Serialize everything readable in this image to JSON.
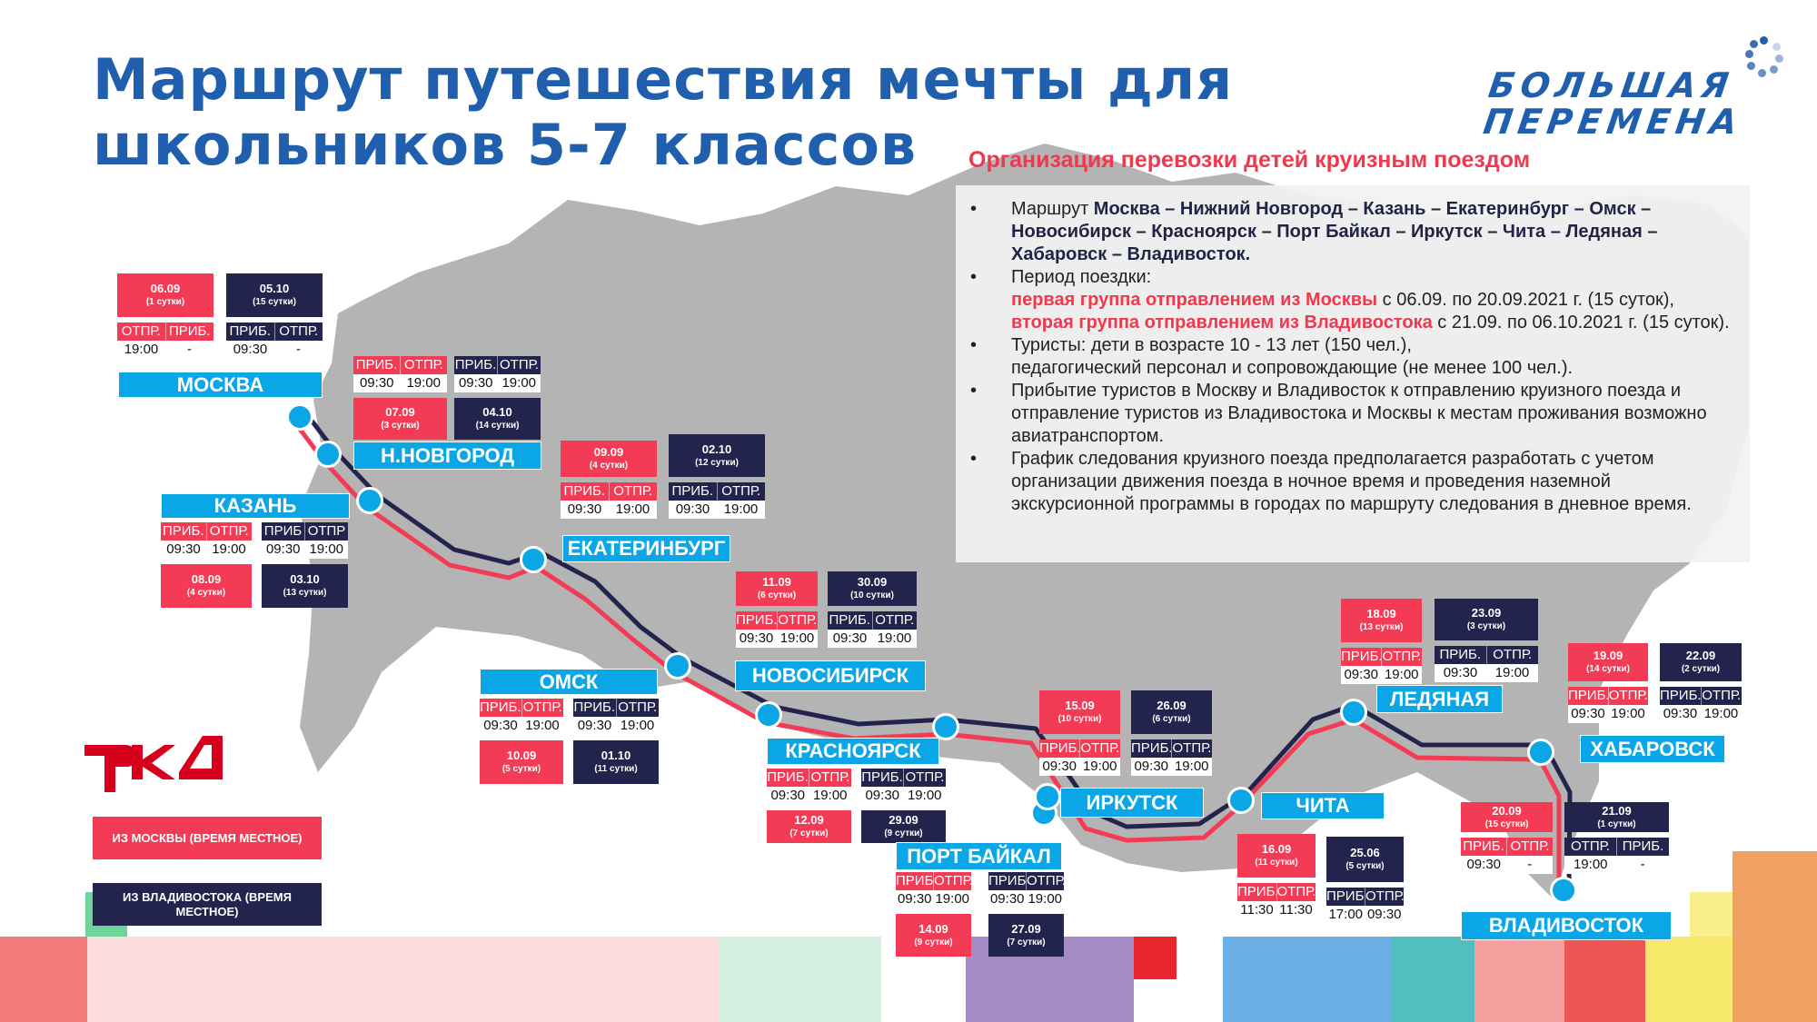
{
  "title_line1": "Маршрут  путешествия мечты для",
  "title_line2": "школьников 5-7 классов",
  "brand_logo": {
    "line1": "БОЛЬШАЯ",
    "line2": "ПЕРЕМЕНА"
  },
  "rzd_logo": "РЖД",
  "subheading": "Организация перевозки детей круизным поездом",
  "info": {
    "route_prefix": "Маршрут ",
    "route": "Москва – Нижний Новгород – Казань – Екатеринбург – Омск – Новосибирск – Красноярск – Порт Байкал – Иркутск – Чита – Ледяная – Хабаровск – Владивосток.",
    "period_label": "Период поездки:",
    "group1_hl": "первая группа отправлением из Москвы",
    "group1_rest": " с 06.09. по 20.09.2021 г. (15 суток),",
    "group2_hl": "вторая группа отправлением из Владивостока",
    "group2_rest": " с 21.09. по 06.10.2021 г. (15 суток).",
    "tourists_1": "Туристы: дети в возрасте 10 - 13 лет (150 чел.),",
    "tourists_2": "педагогический персонал и сопровождающие (не менее 100 чел.).",
    "arrival": "Прибытие туристов в Москву и Владивосток к отправлению круизного поезда и отправление туристов из Владивостока и Москвы к местам проживания возможно авиатранспортом.",
    "schedule": "График следования круизного поезда предполагается разработать с учетом организации движения поезда в ночное время и проведения наземной экскурсионной программы в городах по маршруту следования в дневное время."
  },
  "legend": {
    "from_moscow": "ИЗ МОСКВЫ (ВРЕМЯ МЕСТНОЕ)",
    "from_vladivostok": "ИЗ ВЛАДИВОСТОКА (ВРЕМЯ МЕСТНОЕ)"
  },
  "colors": {
    "from_moscow": "#f43b55",
    "from_vladivostok": "#23244e",
    "station": "#0aa6e6",
    "title": "#1f5fae"
  },
  "stations": [
    {
      "name": "МОСКВА",
      "out": {
        "date": "06.09",
        "days": "(1 сутки)",
        "h": [
          "ОТПР.",
          "ПРИБ."
        ],
        "t": [
          "19:00",
          "-"
        ]
      },
      "back": {
        "date": "05.10",
        "days": "(15 сутки)",
        "h": [
          "ПРИБ.",
          "ОТПР."
        ],
        "t": [
          "09:30",
          "-"
        ]
      }
    },
    {
      "name": "Н.НОВГОРОД",
      "out": {
        "date": "07.09",
        "days": "(3 сутки)",
        "h": [
          "ПРИБ.",
          "ОТПР."
        ],
        "t": [
          "09:30",
          "19:00"
        ]
      },
      "back": {
        "date": "04.10",
        "days": "(14 сутки)",
        "h": [
          "ПРИБ.",
          "ОТПР."
        ],
        "t": [
          "09:30",
          "19:00"
        ]
      }
    },
    {
      "name": "КАЗАНЬ",
      "out": {
        "date": "08.09",
        "days": "(4 сутки)",
        "h": [
          "ПРИБ.",
          "ОТПР."
        ],
        "t": [
          "09:30",
          "19:00"
        ]
      },
      "back": {
        "date": "03.10",
        "days": "(13 сутки)",
        "h": [
          "ПРИБ",
          "ОТПР"
        ],
        "t": [
          "09:30",
          "19:00"
        ]
      }
    },
    {
      "name": "ЕКАТЕРИНБУРГ",
      "out": {
        "date": "09.09",
        "days": "(4 сутки)",
        "h": [
          "ПРИБ.",
          "ОТПР."
        ],
        "t": [
          "09:30",
          "19:00"
        ]
      },
      "back": {
        "date": "02.10",
        "days": "(12 сутки)",
        "h": [
          "ПРИБ.",
          "ОТПР."
        ],
        "t": [
          "09:30",
          "19:00"
        ]
      }
    },
    {
      "name": "ОМСК",
      "out": {
        "date": "10.09",
        "days": "(5 сутки)",
        "h": [
          "ПРИБ.",
          "ОТПР."
        ],
        "t": [
          "09:30",
          "19:00"
        ]
      },
      "back": {
        "date": "01.10",
        "days": "(11 сутки)",
        "h": [
          "ПРИБ.",
          "ОТПР."
        ],
        "t": [
          "09:30",
          "19:00"
        ]
      }
    },
    {
      "name": "НОВОСИБИРСК",
      "out": {
        "date": "11.09",
        "days": "(6 сутки)",
        "h": [
          "ПРИБ.",
          "ОТПР."
        ],
        "t": [
          "09:30",
          "19:00"
        ]
      },
      "back": {
        "date": "30.09",
        "days": "(10 сутки)",
        "h": [
          "ПРИБ.",
          "ОТПР."
        ],
        "t": [
          "09:30",
          "19:00"
        ]
      }
    },
    {
      "name": "КРАСНОЯРСК",
      "out": {
        "date": "12.09",
        "days": "(7 сутки)",
        "h": [
          "ПРИБ.",
          "ОТПР."
        ],
        "t": [
          "09:30",
          "19:00"
        ]
      },
      "back": {
        "date": "29.09",
        "days": "(9 сутки)",
        "h": [
          "ПРИБ.",
          "ОТПР."
        ],
        "t": [
          "09:30",
          "19:00"
        ]
      }
    },
    {
      "name": "ПОРТ БАЙКАЛ",
      "out": {
        "date": "14.09",
        "days": "(9 сутки)",
        "h": [
          "ПРИБ.",
          "ОТПР."
        ],
        "t": [
          "09:30",
          "19:00"
        ]
      },
      "back": {
        "date": "27.09",
        "days": "(7 сутки)",
        "h": [
          "ПРИБ.",
          "ОТПР."
        ],
        "t": [
          "09:30",
          "19:00"
        ]
      }
    },
    {
      "name": "ИРКУТСК",
      "out": {
        "date": "15.09",
        "days": "(10 сутки)",
        "h": [
          "ПРИБ.",
          "ОТПР."
        ],
        "t": [
          "09:30",
          "19:00"
        ]
      },
      "back": {
        "date": "26.09",
        "days": "(6 сутки)",
        "h": [
          "ПРИБ.",
          "ОТПР."
        ],
        "t": [
          "09:30",
          "19:00"
        ]
      }
    },
    {
      "name": "ЧИТА",
      "out": {
        "date": "16.09",
        "days": "(11 сутки)",
        "h": [
          "ПРИБ.",
          "ОТПР."
        ],
        "t": [
          "11:30",
          "11:30"
        ]
      },
      "back": {
        "date": "25.06",
        "days": "(5 сутки)",
        "h": [
          "ПРИБ.",
          "ОТПР."
        ],
        "t": [
          "17:00",
          "09:30"
        ]
      }
    },
    {
      "name": "ЛЕДЯНАЯ",
      "out": {
        "date": "18.09",
        "days": "(13 сутки)",
        "h": [
          "ПРИБ.",
          "ОТПР."
        ],
        "t": [
          "09:30",
          "19:00"
        ]
      },
      "back": {
        "date": "23.09",
        "days": "(3 сутки)",
        "h": [
          "ПРИБ.",
          "ОТПР."
        ],
        "t": [
          "09:30",
          "19:00"
        ]
      }
    },
    {
      "name": "ХАБАРОВСК",
      "out": {
        "date": "19.09",
        "days": "(14 сутки)",
        "h": [
          "ПРИБ.",
          "ОТПР."
        ],
        "t": [
          "09:30",
          "19:00"
        ]
      },
      "back": {
        "date": "22.09",
        "days": "(2 сутки)",
        "h": [
          "ПРИБ.",
          "ОТПР."
        ],
        "t": [
          "09:30",
          "19:00"
        ]
      }
    },
    {
      "name": "ВЛАДИВОСТОК",
      "out": {
        "date": "20.09",
        "days": "(15 сутки)",
        "h": [
          "ПРИБ.",
          "ОТПР."
        ],
        "t": [
          "09:30",
          "-"
        ]
      },
      "back": {
        "date": "21.09",
        "days": "(1 сутки)",
        "h": [
          "ОТПР.",
          "ПРИБ."
        ],
        "t": [
          "19:00",
          "-"
        ]
      }
    }
  ]
}
